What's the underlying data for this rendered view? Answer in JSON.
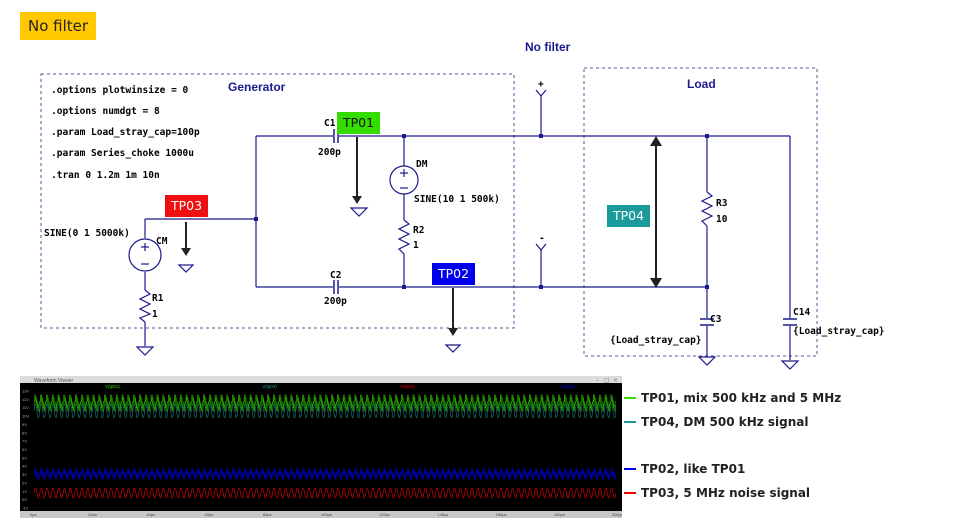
{
  "header_badge": "No filter",
  "subtitle": "No filter",
  "directives": [
    ".options plotwinsize = 0",
    ".options numdgt = 8",
    ".param Load_stray_cap=100p",
    ".param Series_choke 1000u",
    ".tran 0 1.2m 1m 10n"
  ],
  "sections": {
    "generator": "Generator",
    "load": "Load"
  },
  "components": {
    "c1": "C1",
    "c1_val": "200p",
    "c2": "C2",
    "c2_val": "200p",
    "dm": "DM",
    "dm_val": "SINE(10 1 500k)",
    "cm": "CM",
    "cm_val": "SINE(0 1 5000k)",
    "r1": "R1",
    "r1_val": "1",
    "r2": "R2",
    "r2_val": "1",
    "r3": "R3",
    "r3_val": "10",
    "c3": "C3",
    "c3_val": "{Load_stray_cap}",
    "c14": "C14",
    "c14_val": "{Load_stray_cap}",
    "plus": "+",
    "minus": "-"
  },
  "test_points": {
    "tp01": {
      "label": "TP01",
      "color": "#33dd00"
    },
    "tp02": {
      "label": "TP02",
      "color": "#0000ee"
    },
    "tp03": {
      "label": "TP03",
      "color": "#ee0000"
    },
    "tp04": {
      "label": "TP04",
      "color": "#1a9a9a"
    }
  },
  "badge_color": "#ffc800",
  "scope": {
    "title": "Waveform Viewer",
    "trace_labels": [
      "V(tp01)",
      "V(tp04)",
      "V(tp03)",
      "V(tp02)"
    ],
    "y_ticks": [
      "13V",
      "12V",
      "11V",
      "10V",
      "9V",
      "8V",
      "7V",
      "6V",
      "5V",
      "4V",
      "3V",
      "2V",
      "1V",
      "0V",
      "-1V"
    ],
    "x_ticks": [
      "0µs",
      "20µs",
      "40µs",
      "60µs",
      "80µs",
      "100µs",
      "120µs",
      "140µs",
      "160µs",
      "180µs",
      "200µs"
    ]
  },
  "legend": [
    {
      "text": "TP01, mix 500 kHz and 5 MHz",
      "color": "#33dd00"
    },
    {
      "text": "TP04, DM 500 kHz signal",
      "color": "#1a9a9a"
    },
    {
      "text": "TP02, like TP01",
      "color": "#0000ee"
    },
    {
      "text": "TP03, 5 MHz noise signal",
      "color": "#ee0000"
    }
  ]
}
